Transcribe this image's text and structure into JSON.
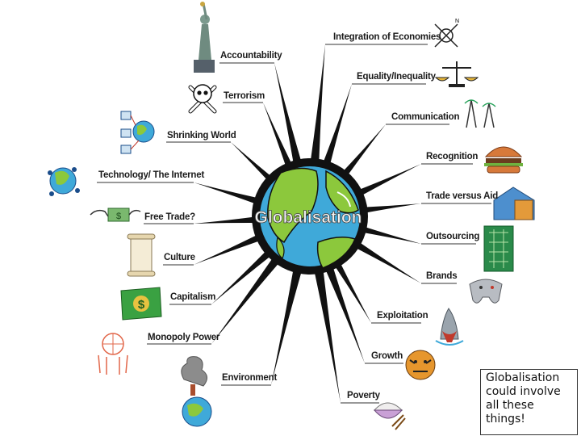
{
  "center": {
    "title": "Globalisation",
    "color": "#f2f2f2"
  },
  "colors": {
    "spoke": "#111111",
    "ocean": "#3fa9d9",
    "land": "#8cc83c"
  },
  "topics": [
    {
      "label": "Accountability",
      "icon": "statue-of-liberty-icon"
    },
    {
      "label": "Terrorism",
      "icon": "skull-crossbones-icon"
    },
    {
      "label": "Shrinking World",
      "icon": "networked-globe-icon"
    },
    {
      "label": "Technology/ The Internet",
      "icon": "globe-network-icon"
    },
    {
      "label": "Free Trade?",
      "icon": "money-handshake-icon"
    },
    {
      "label": "Culture",
      "icon": "scroll-icon"
    },
    {
      "label": "Capitalism",
      "icon": "dollar-bill-icon"
    },
    {
      "label": "Monopoly Power",
      "icon": "people-globe-icon"
    },
    {
      "label": "Environment",
      "icon": "polluted-globe-icon"
    },
    {
      "label": "Integration of Economies",
      "icon": "compass-icon"
    },
    {
      "label": "Equality/Inequality",
      "icon": "scales-icon"
    },
    {
      "label": "Communication",
      "icon": "antenna-icon"
    },
    {
      "label": "Recognition",
      "icon": "burger-icon"
    },
    {
      "label": "Trade versus Aid",
      "icon": "building-icon"
    },
    {
      "label": "Outsourcing",
      "icon": "circuit-board-icon"
    },
    {
      "label": "Brands",
      "icon": "game-controller-icon"
    },
    {
      "label": "Exploitation",
      "icon": "shark-icon"
    },
    {
      "label": "Growth",
      "icon": "tiger-icon"
    },
    {
      "label": "Poverty",
      "icon": "rice-bowl-icon"
    }
  ],
  "caption": "Globalisation could involve all these things!"
}
